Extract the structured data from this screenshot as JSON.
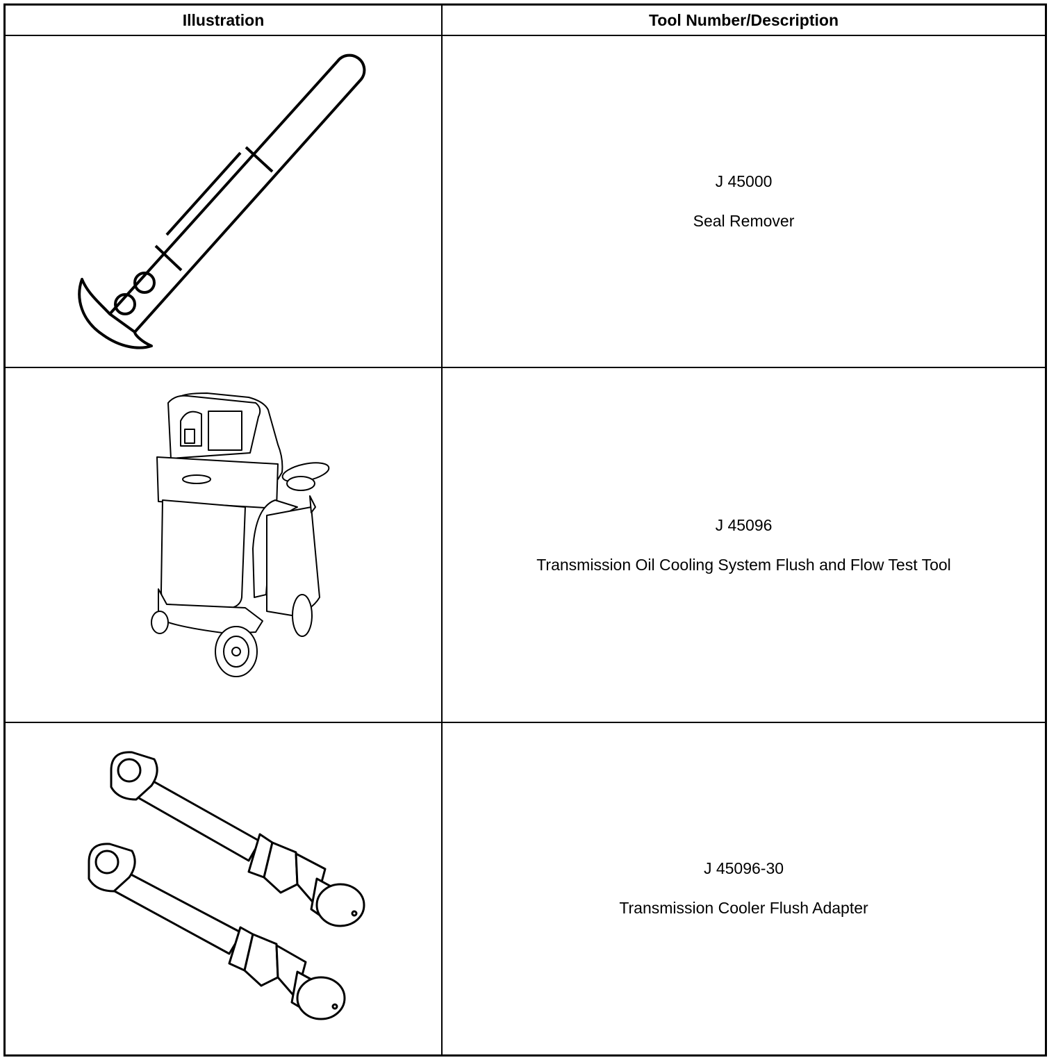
{
  "table": {
    "headers": {
      "illustration": "Illustration",
      "tool": "Tool Number/Description"
    },
    "rows": [
      {
        "tool_number": "J 45000",
        "description": "Seal Remover",
        "icon": "seal-remover-icon"
      },
      {
        "tool_number": "J 45096",
        "description": "Transmission Oil Cooling System Flush and Flow Test Tool",
        "icon": "flush-cart-icon"
      },
      {
        "tool_number": "J 45096-30",
        "description": "Transmission Cooler Flush Adapter",
        "icon": "flush-adapter-icon"
      }
    ]
  }
}
